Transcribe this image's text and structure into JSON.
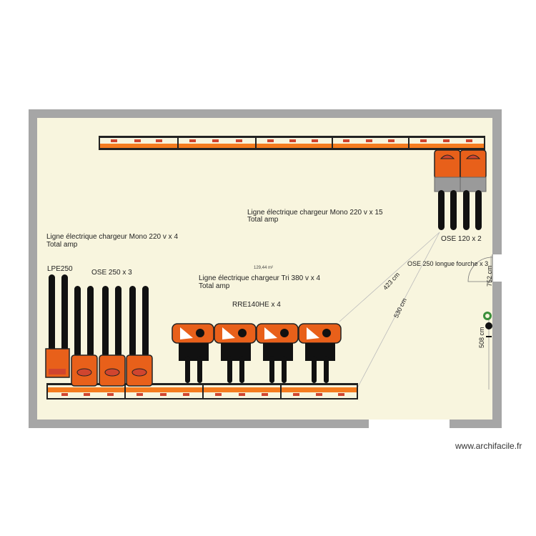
{
  "watermark": "www.archifacile.fr",
  "room": {
    "area_label": "129,44 m²"
  },
  "labels": {
    "mono15_line1": "Ligne électrique chargeur Mono 220 v x 15",
    "mono15_line2": "Total amp",
    "mono4_line1": "Ligne électrique chargeur Mono 220 v x 4",
    "mono4_line2": "Total amp",
    "tri4_line1": "Ligne électrique chargeur Tri 380 v x 4",
    "tri4_line2": "Total amp",
    "lpe": "LPE250",
    "ose250": "OSE 250 x 3",
    "rre": "RRE140HE x 4",
    "ose120": "OSE 120 x 2",
    "ose250long": "OSE 250 longue fourche x 3"
  },
  "dimensions": {
    "d423": "423 cm",
    "d530": "530 cm",
    "d752": "752 cm",
    "d508": "508 cm"
  },
  "colors": {
    "wall": "#a6a6a6",
    "floor": "#f8f5de",
    "orange": "#f57c1f",
    "orange_dark": "#e8601a",
    "black": "#111111",
    "red_marker": "#d0452f",
    "grey_base": "#9a9a9a"
  },
  "equipment_counts": {
    "lpe250": 1,
    "ose250": 3,
    "rre140he": 4,
    "ose120": 2
  }
}
